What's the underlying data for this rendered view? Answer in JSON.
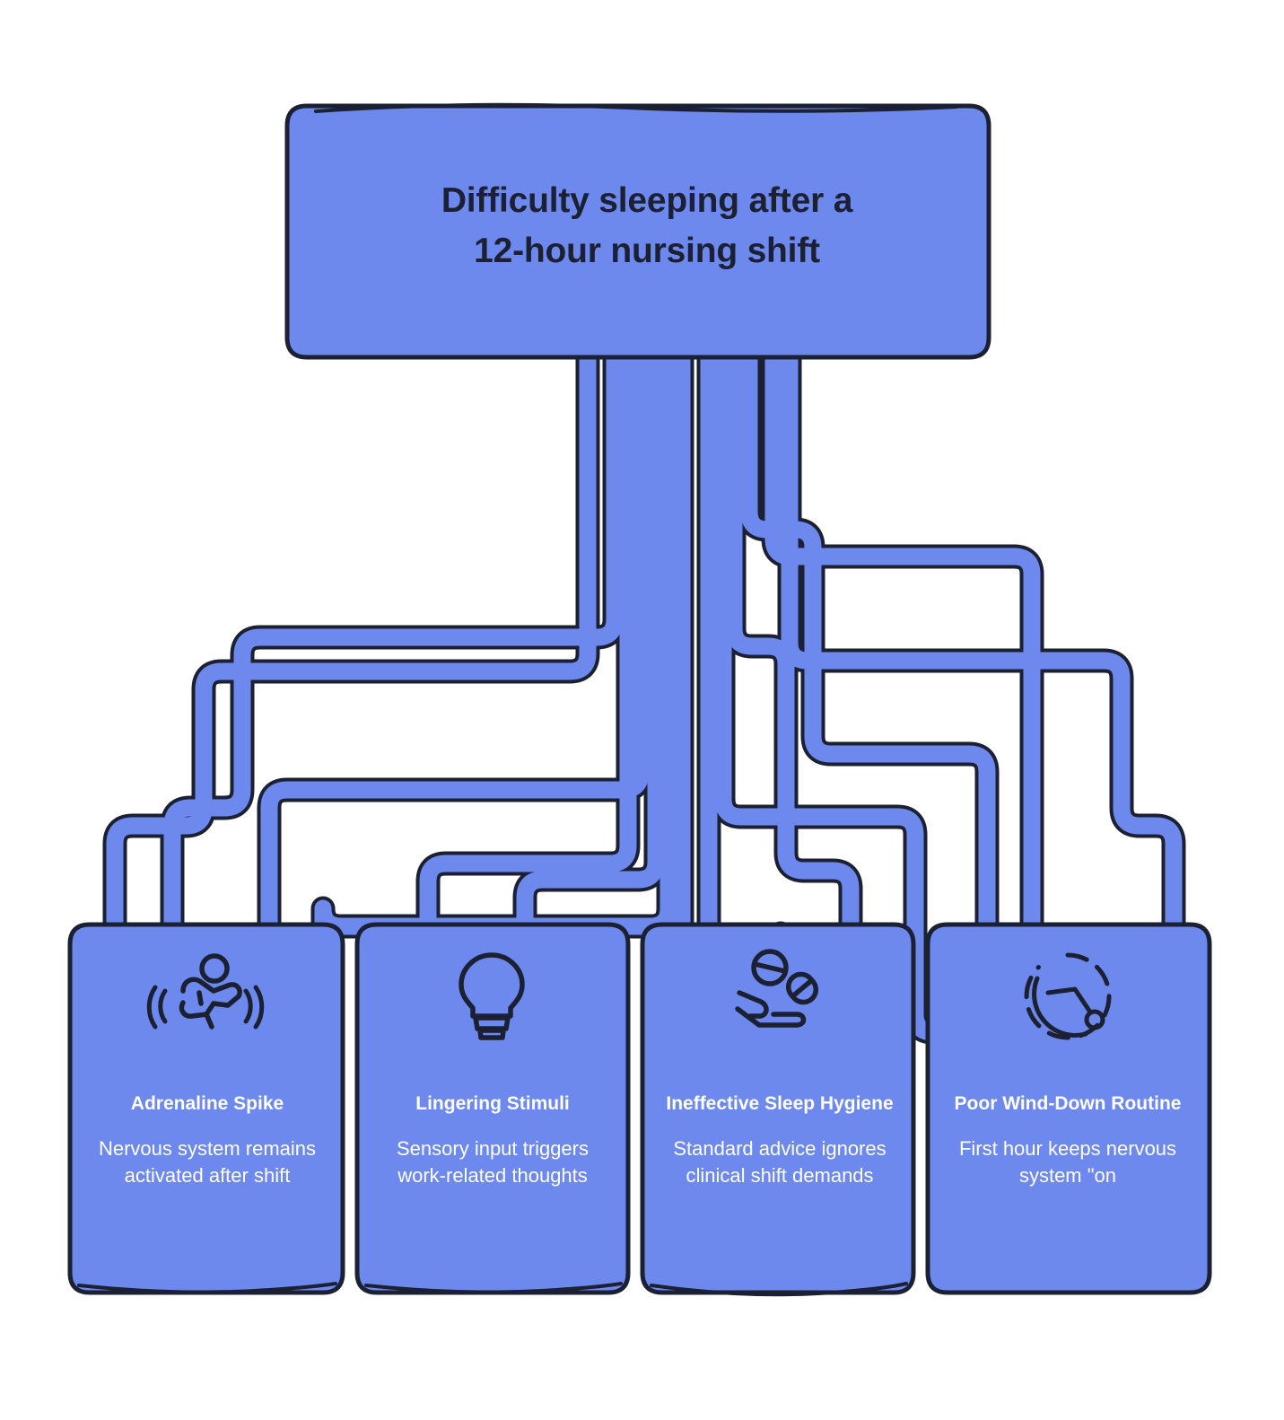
{
  "diagram": {
    "type": "root-cause-tree",
    "orientation": "top-down",
    "colors": {
      "node_fill": "#6e89ee",
      "node_stroke": "#1b2132",
      "connector_fill": "#6e89ee",
      "connector_stroke": "#1b2132",
      "root_text": "#1b2132",
      "leaf_text": "#ffffff",
      "background": "#ffffff"
    },
    "root": {
      "id": "root",
      "line1": "Difficulty sleeping after a",
      "line2": "12-hour nursing shift",
      "full_text": "Difficulty sleeping after a 12-hour nursing shift"
    },
    "leaves": [
      {
        "id": "leaf-adrenaline-spike",
        "icon": "running-person-icon",
        "title": "Adrenaline Spike",
        "description": "Nervous system remains activated after shift",
        "desc_lines": [
          "Nervous system",
          "remains activated",
          "after shift"
        ]
      },
      {
        "id": "leaf-lingering-stimuli",
        "icon": "lightbulb-icon",
        "title": "Lingering Stimuli",
        "description": "Sensory input triggers work-related thoughts",
        "desc_lines": [
          "Sensory input triggers",
          "work-related thoughts"
        ]
      },
      {
        "id": "leaf-ineffective-sleep-hygiene",
        "icon": "hand-with-pills-icon",
        "title": "Ineffective Sleep Hygiene",
        "title_lines": [
          "Ineffective Sleep",
          "Hygiene"
        ],
        "description": "Standard advice ignores clinical shift demands",
        "desc_lines": [
          "Standard advice",
          "ignores clinical shift",
          "demands"
        ]
      },
      {
        "id": "leaf-poor-wind-down-routine",
        "icon": "dashed-clock-icon",
        "title": "Poor Wind-Down Routine",
        "title_lines": [
          "Poor Wind-Down",
          "Routine"
        ],
        "description": "First hour keeps nervous system \"on",
        "desc_lines": [
          "First hour keeps",
          "nervous system \"on"
        ]
      }
    ]
  }
}
